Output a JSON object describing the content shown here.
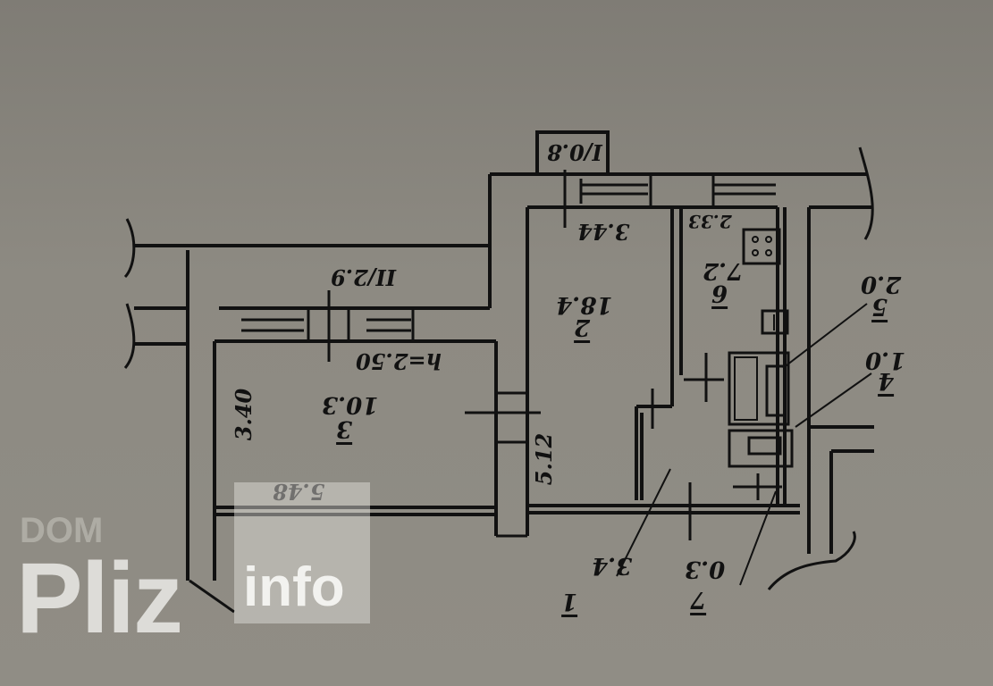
{
  "plan": {
    "balcony_1": "I/0.8",
    "balcony_2": "II/2.9",
    "ceiling_height": "h=2.50",
    "room_1": {
      "number": "1",
      "area": "3.4"
    },
    "room_2": {
      "number": "2",
      "area": "18.4",
      "width": "3.44"
    },
    "room_3": {
      "number": "3",
      "area": "10.3",
      "width": "3.40",
      "length": "5.48"
    },
    "room_4": {
      "number": "4",
      "area": "1.0"
    },
    "room_5": {
      "number": "5",
      "area": "2.0"
    },
    "room_6": {
      "number": "6",
      "area": "7.2",
      "width": "2.33"
    },
    "room_7": {
      "number": "7",
      "area": "0.3"
    },
    "dim_room2_length": "5.12"
  },
  "watermark": {
    "line1": "DOM",
    "line2": "Pliz",
    "line3": "info"
  },
  "colors": {
    "paper": "#8a877f",
    "ink": "#111111"
  }
}
